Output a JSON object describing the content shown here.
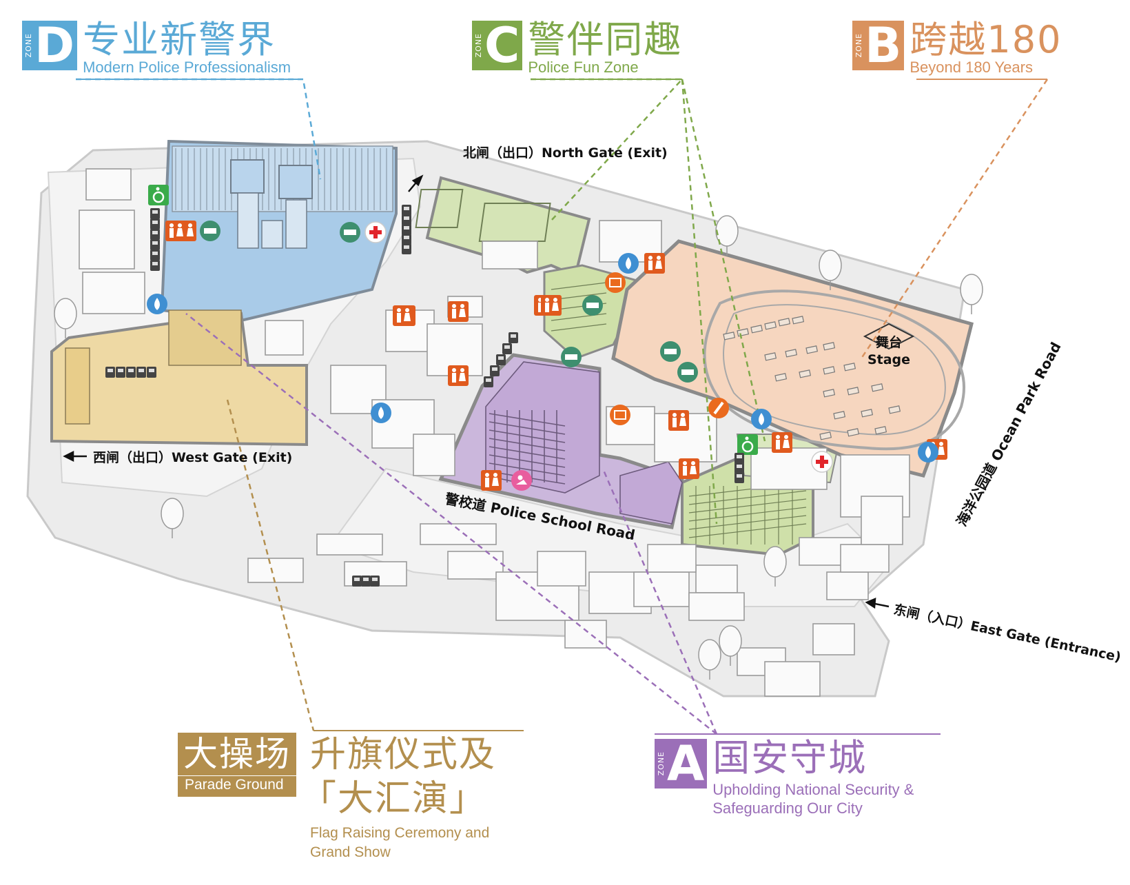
{
  "zones": {
    "d": {
      "word": "ZONE",
      "letter": "D",
      "cn": "专业新警界",
      "en": "Modern Police Professionalism",
      "color": "#5aa9d6"
    },
    "c": {
      "word": "ZONE",
      "letter": "C",
      "cn": "警伴同趣",
      "en": "Police Fun Zone",
      "color": "#7fa84a"
    },
    "b": {
      "word": "ZONE",
      "letter": "B",
      "cn": "跨越180",
      "en": "Beyond 180 Years",
      "color": "#d9925e"
    },
    "a": {
      "word": "ZONE",
      "letter": "A",
      "cn": "国安守城",
      "en_line1": "Upholding National Security &",
      "en_line2": "Safeguarding Our City",
      "color": "#9b6fb8"
    }
  },
  "parade": {
    "cn": "大操场",
    "en": "Parade Ground",
    "title_line1": "升旗仪式及",
    "title_line2": "「大汇演」",
    "en_line1": "Flag Raising Ceremony and",
    "en_line2": "Grand Show",
    "color": "#b38f4e"
  },
  "gates": {
    "north": "北闸（出口）North Gate (Exit)",
    "west": "西闸（出口）West Gate (Exit)",
    "east": "东闸（入口）East Gate (Entrance)"
  },
  "roads": {
    "police_school": "警校道 Police School Road",
    "ocean_park": "海洋公园道 Ocean Park Road"
  },
  "stage": {
    "cn": "舞台",
    "en": "Stage"
  },
  "icons": {
    "toilet": "toilet-icon",
    "accessible": "accessible-toilet-icon",
    "water": "water-station-icon",
    "first_aid": "first-aid-icon",
    "rest": "rest-area-icon",
    "food": "food-stall-icon",
    "baby": "baby-care-icon",
    "souvenir": "souvenir-icon",
    "portable_toilet": "portable-toilet-icon"
  }
}
